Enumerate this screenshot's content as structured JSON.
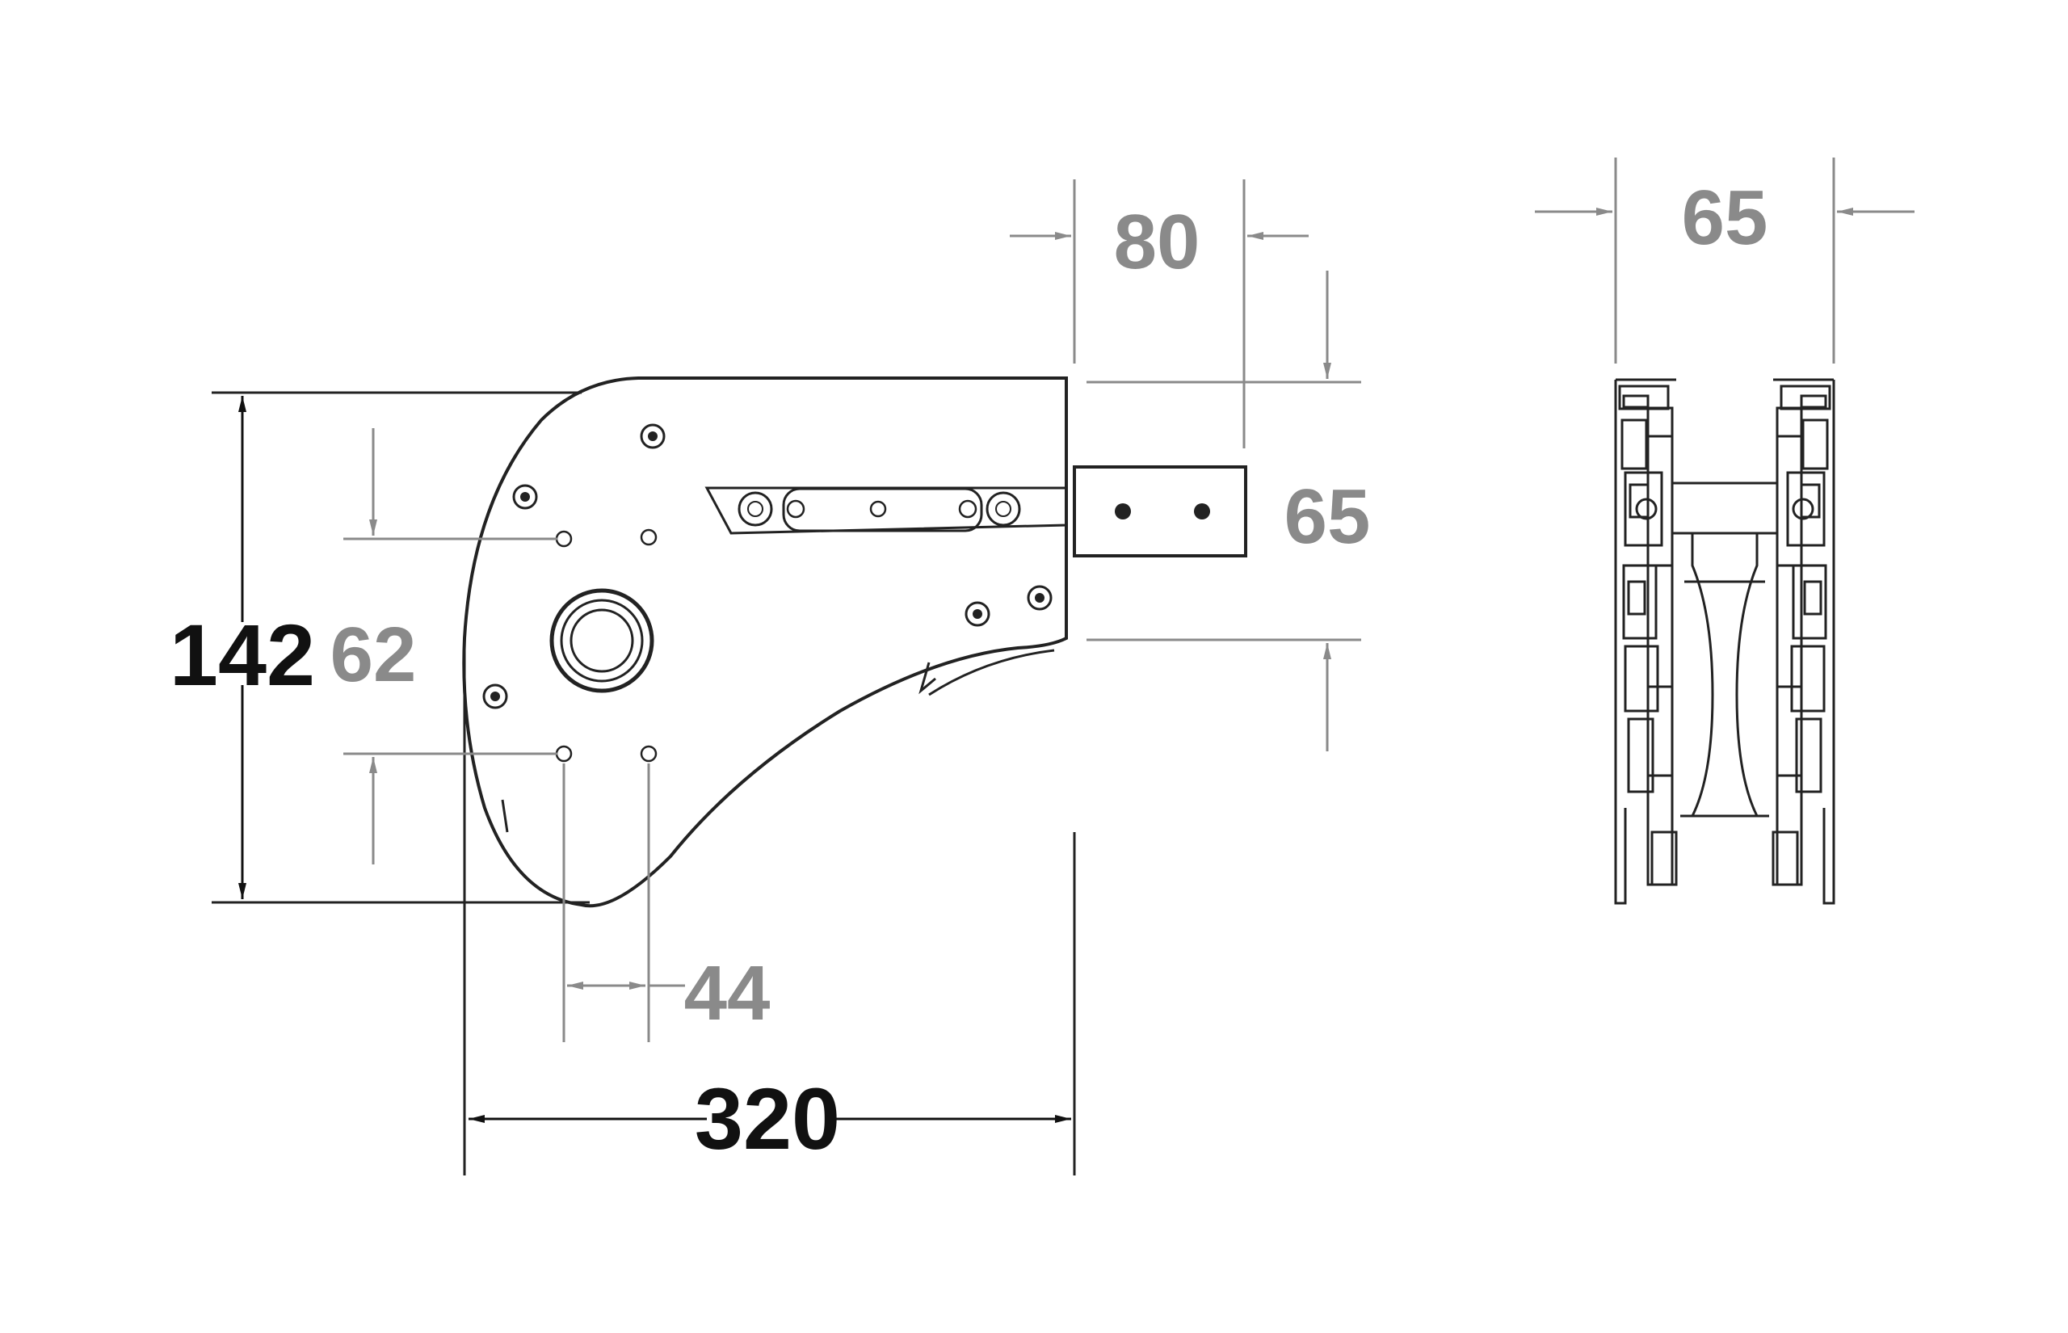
{
  "dimensions": {
    "overall_length": "320",
    "overall_height": "142",
    "hole_vertical_spacing": "62",
    "hole_horizontal_spacing": "44",
    "rail_extension_length": "80",
    "rail_height": "65",
    "end_view_width": "65"
  },
  "colors": {
    "outline": "#222222",
    "dimension_black": "#111111",
    "dimension_grey": "#8a8a8a",
    "background": "#ffffff"
  }
}
